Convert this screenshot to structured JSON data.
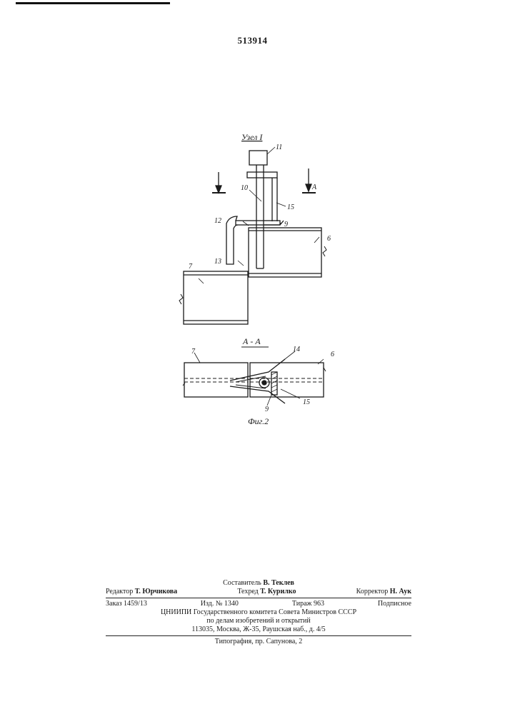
{
  "patent_number": "513914",
  "drawing": {
    "detail_label": "Узел I",
    "section_marker": "А",
    "section_label": "А - А",
    "figure_caption": "Фиг.2",
    "callouts": [
      "11",
      "10",
      "15",
      "12",
      "9",
      "6",
      "13",
      "7",
      "7",
      "14",
      "6",
      "15",
      "9"
    ]
  },
  "footer": {
    "compiler_role": "Составитель",
    "compiler_name": "В. Теклев",
    "editor_role": "Редактор",
    "editor_name": "Т. Юрчикова",
    "techred_role": "Техред",
    "techred_name": "Т. Курилко",
    "corrector_role": "Корректор",
    "corrector_name": "Н. Аук",
    "order": "Заказ 1459/13",
    "edition": "Изд. № 1340",
    "circulation": "Тираж 963",
    "subscription": "Подписное",
    "org_line1": "ЦНИИПИ Государственного комитета Совета Министров СССР",
    "org_line2": "по делам изобретений и открытий",
    "address": "113035, Москва, Ж-35, Раушская наб., д. 4/5",
    "printer": "Типография, пр. Сапунова, 2"
  }
}
